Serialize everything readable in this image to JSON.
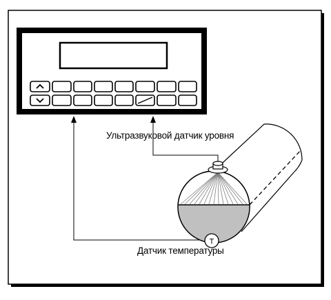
{
  "labels": {
    "level_sensor": "Ультразвуковой датчик уровня",
    "temp_sensor": "Датчик температуры",
    "temp_symbol": "T"
  },
  "keypad": {
    "up_arrow": "▲",
    "down_arrow": "▼"
  },
  "colors": {
    "line": "#000000",
    "liquid": "#c0c0c0",
    "background": "#ffffff"
  }
}
